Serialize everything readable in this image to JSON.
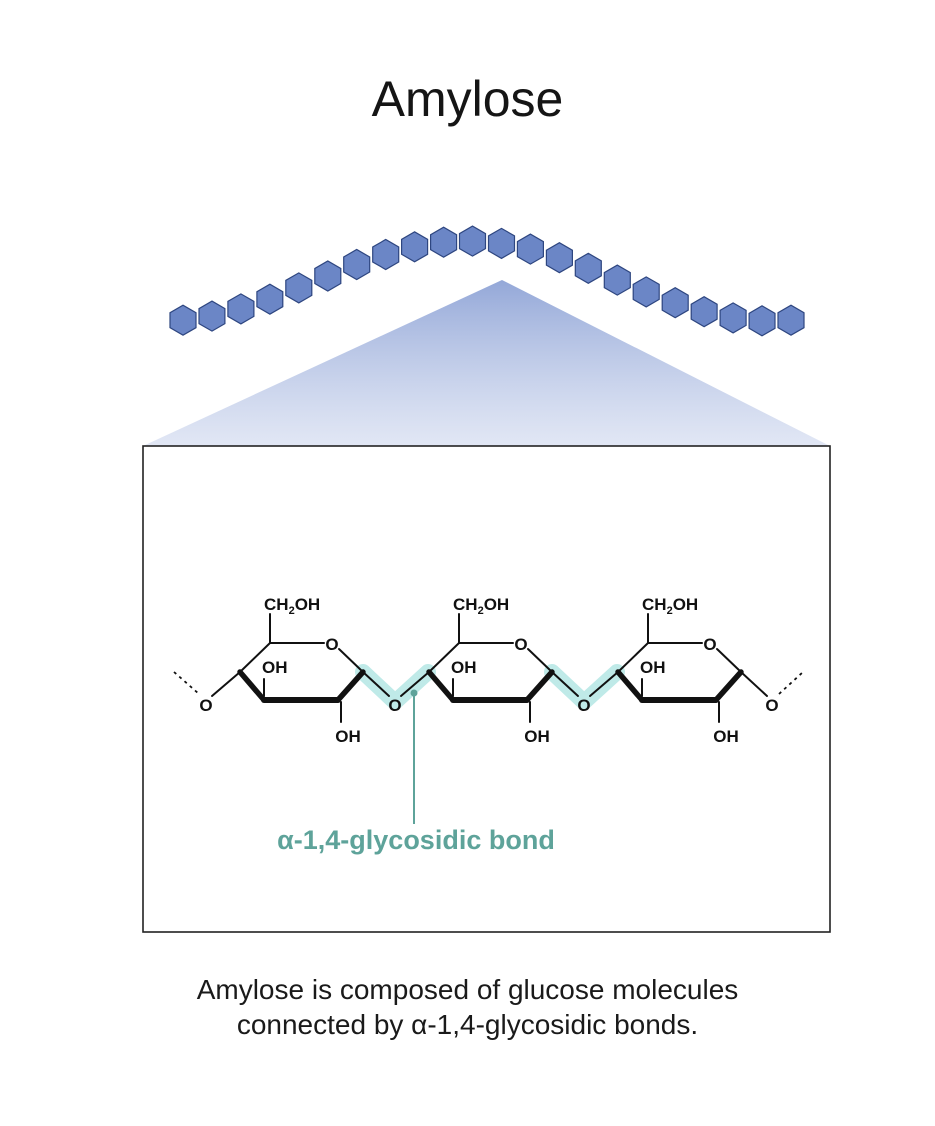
{
  "title": "Amylose",
  "chain": {
    "unit_count": 22,
    "unit_color": "#6b86c6",
    "unit_stroke": "#2e4680"
  },
  "structure": {
    "units": [
      {
        "ch2oh": "CH2OH",
        "ring_o": "O",
        "oh_left": "OH",
        "oh_bottom": "OH"
      },
      {
        "ch2oh": "CH2OH",
        "ring_o": "O",
        "oh_left": "OH",
        "oh_bottom": "OH"
      },
      {
        "ch2oh": "CH2OH",
        "ring_o": "O",
        "oh_left": "OH",
        "oh_bottom": "OH"
      }
    ],
    "linker_o": [
      "O",
      "O",
      "O",
      "O"
    ],
    "bond_label": "α-1,4-glycosidic bond",
    "bond_color": "#5ea39a",
    "highlight_color": "#bfeae8"
  },
  "caption": {
    "line1": "Amylose is composed of glucose molecules",
    "line2": "connected by α-1,4-glycosidic bonds."
  }
}
